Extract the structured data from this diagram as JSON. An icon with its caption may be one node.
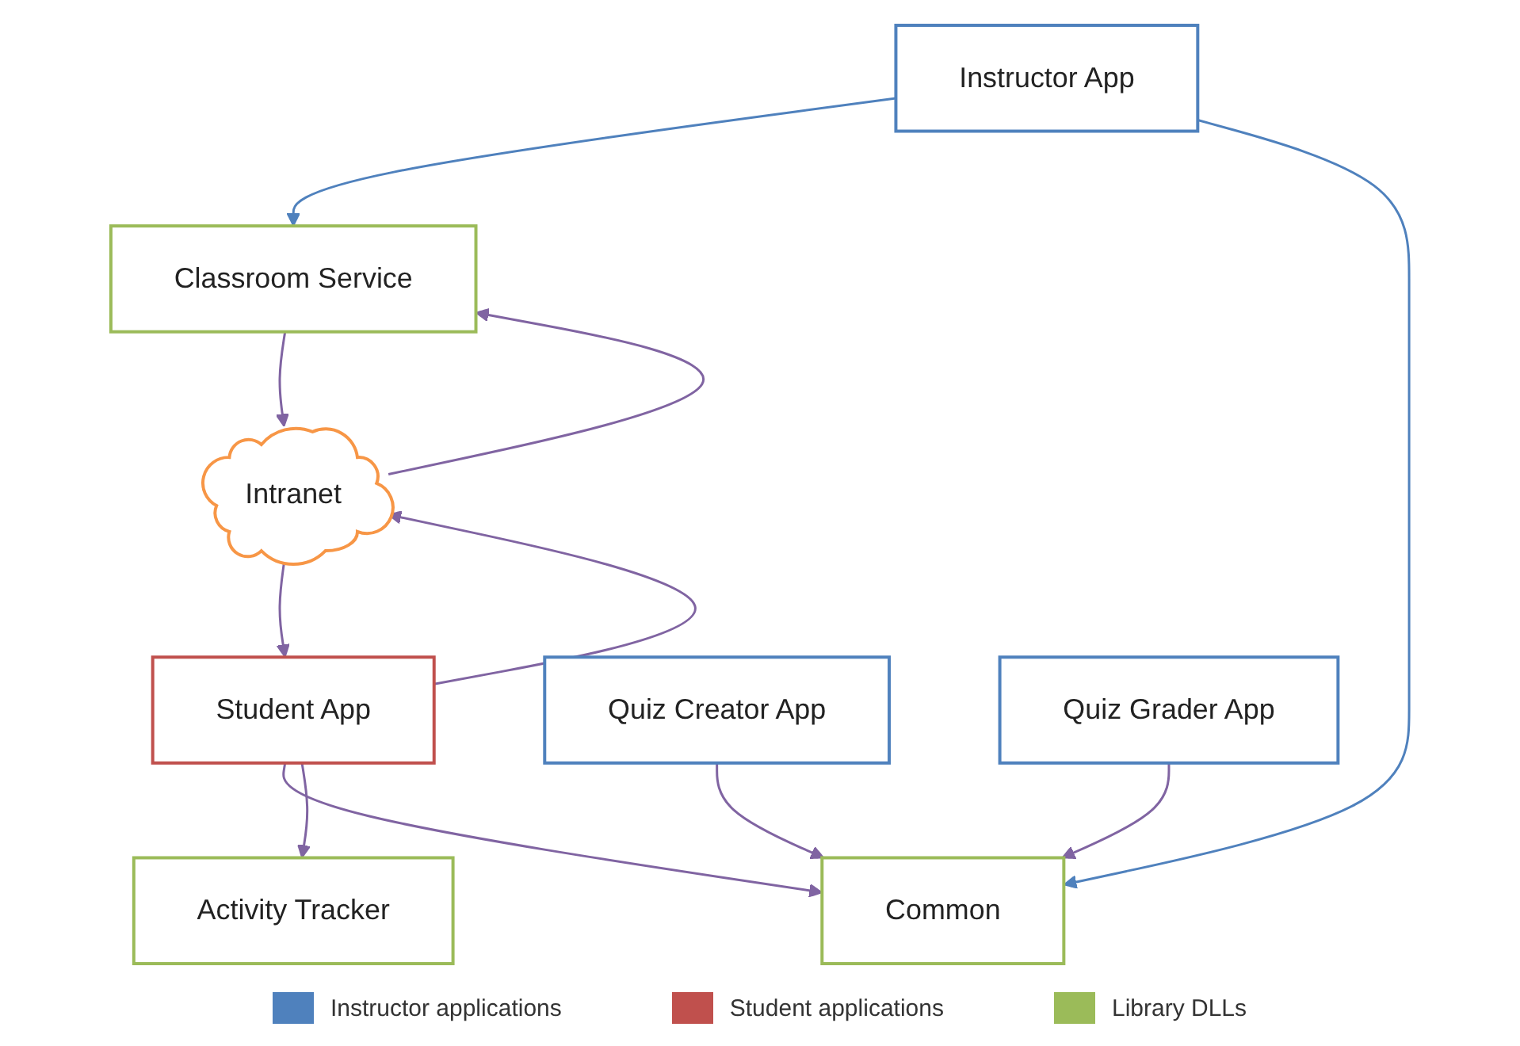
{
  "diagram": {
    "nodes": [
      {
        "text": [
          "Classroom Service"
        ]
      },
      {
        "text": [
          "Intranet"
        ]
      },
      {
        "text": [
          "Student App"
        ]
      },
      {
        "text": [
          "Instructor App"
        ]
      },
      {
        "text": [
          "Common"
        ]
      },
      {
        "text": [
          "Activity Tracker"
        ]
      },
      {
        "text": [
          "Quiz Creator App"
        ]
      },
      {
        "text": [
          "Quiz Grader App"
        ]
      }
    ],
    "edges": [
      {
        "from": 0,
        "to": 1,
        "arrow": "to"
      },
      {
        "from": 1,
        "to": 2,
        "arrow": "to"
      },
      {
        "from": 2,
        "to": 1,
        "arrow": "to"
      },
      {
        "from": 1,
        "to": 0,
        "arrow": "to"
      },
      {
        "from": 3,
        "to": 0,
        "arrow": "to",
        "color": "#4f81bd"
      },
      {
        "from": 3,
        "to": 4,
        "arrow": "to",
        "color": "#4f81bd"
      },
      {
        "from": 2,
        "to": 4,
        "arrow": "to"
      },
      {
        "from": 2,
        "to": 5,
        "arrow": "to"
      },
      {
        "from": 6,
        "to": 4,
        "arrow": "to"
      },
      {
        "from": 7,
        "to": 4,
        "arrow": "to"
      }
    ],
    "legend": [
      {
        "text": "Instructor applications",
        "color": "#4f81bd"
      },
      {
        "text": "Student applications",
        "color": "#c0504d"
      },
      {
        "text": "Library DLLs",
        "color": "#9bbb59"
      }
    ]
  }
}
